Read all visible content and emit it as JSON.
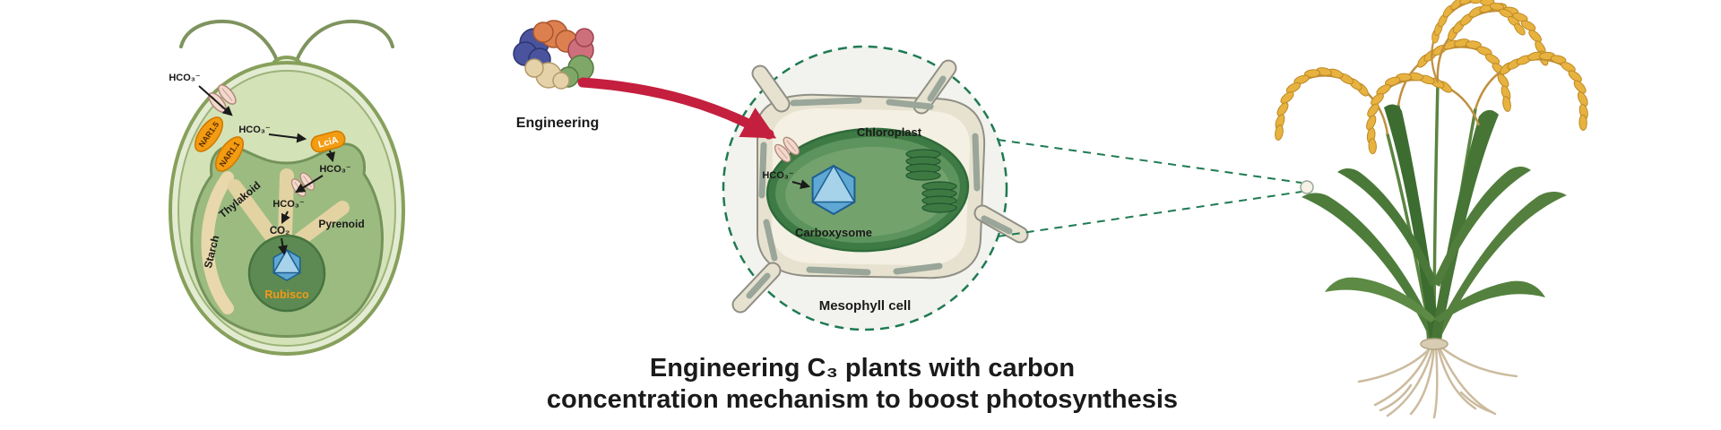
{
  "figure": {
    "title_line1": "Engineering C₃ plants with carbon",
    "title_line2": "concentration mechanism to boost photosynthesis"
  },
  "algal_cell": {
    "hco3": "HCO₃⁻",
    "co2": "CO₂",
    "nar1_5": "NAR1.5",
    "nar1_1": "NAR1.1",
    "lcia": "LciA",
    "thylakoid": "Thylakoid",
    "starch": "Starch",
    "pyrenoid": "Pyrenoid",
    "rubisco": "Rubisco"
  },
  "engineering": {
    "label": "Engineering"
  },
  "mesophyll_cell": {
    "chloroplast": "Chloroplast",
    "hco3": "HCO₃⁻",
    "carboxysome": "Carboxysome",
    "label": "Mesophyll cell"
  },
  "colors": {
    "arrow_red": "#c41f3e",
    "accent_orange": "#f39c12",
    "algal_chloroplast_green": "#9cbb80",
    "mesophyll_chloroplast_green": "#4f8a52",
    "carboxysome_blue": "#5fa8d3",
    "dashed_teal": "#1f7a52",
    "grain_gold": "#e7b23f"
  }
}
